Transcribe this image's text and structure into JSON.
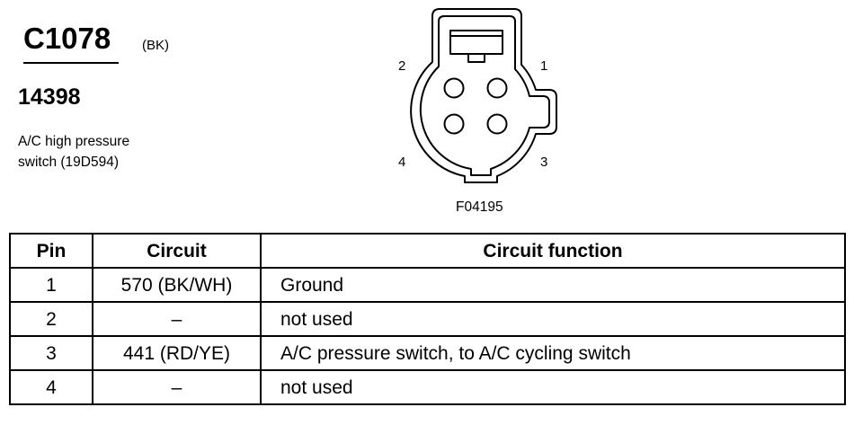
{
  "connector": {
    "id": "C1078",
    "color": "(BK)",
    "part_number": "14398",
    "description_lines": [
      "A/C high pressure",
      "switch (19D594)"
    ]
  },
  "diagram": {
    "pin_labels": [
      "1",
      "2",
      "3",
      "4"
    ],
    "figure_code": "F04195"
  },
  "table": {
    "headers": [
      "Pin",
      "Circuit",
      "Circuit function"
    ],
    "rows": [
      {
        "pin": "1",
        "circuit": "570 (BK/WH)",
        "function": "Ground"
      },
      {
        "pin": "2",
        "circuit": "–",
        "function": "not used"
      },
      {
        "pin": "3",
        "circuit": "441 (RD/YE)",
        "function": "A/C pressure switch, to A/C cycling switch"
      },
      {
        "pin": "4",
        "circuit": "–",
        "function": "not used"
      }
    ]
  }
}
